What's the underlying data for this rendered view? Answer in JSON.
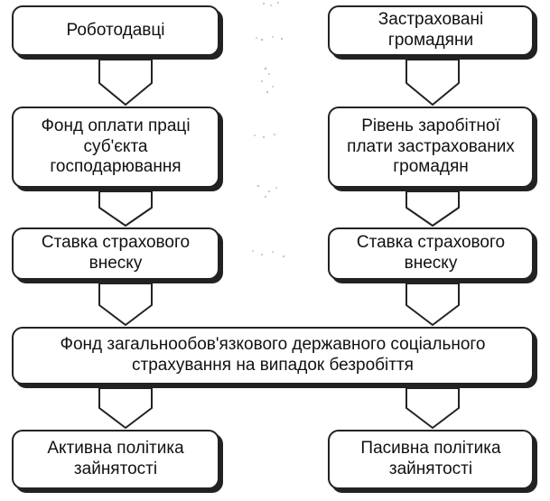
{
  "nodes": {
    "employers": "Роботодавці",
    "insured_citizens": "Застраховані\nгромадяни",
    "payroll_fund": "Фонд оплати праці\nсуб'єкта\nгосподарювання",
    "wage_level": "Рівень заробітної\nплати застрахованих\nгромадян",
    "rate_left": "Ставка страхового\nвнеску",
    "rate_right": "Ставка страхового\nвнеску",
    "unemployment_fund": "Фонд загальнообов'язкового державного соціального\nстрахування на випадок безробіття",
    "active_policy": "Активна політика\nзайнятості",
    "passive_policy": "Пасивна політика\nзайнятості"
  },
  "edges": [
    {
      "from": "employers",
      "to": "payroll_fund"
    },
    {
      "from": "payroll_fund",
      "to": "rate_left"
    },
    {
      "from": "rate_left",
      "to": "unemployment_fund"
    },
    {
      "from": "unemployment_fund",
      "to": "active_policy"
    },
    {
      "from": "insured_citizens",
      "to": "wage_level"
    },
    {
      "from": "wage_level",
      "to": "rate_right"
    },
    {
      "from": "rate_right",
      "to": "unemployment_fund"
    },
    {
      "from": "unemployment_fund",
      "to": "passive_policy"
    }
  ]
}
